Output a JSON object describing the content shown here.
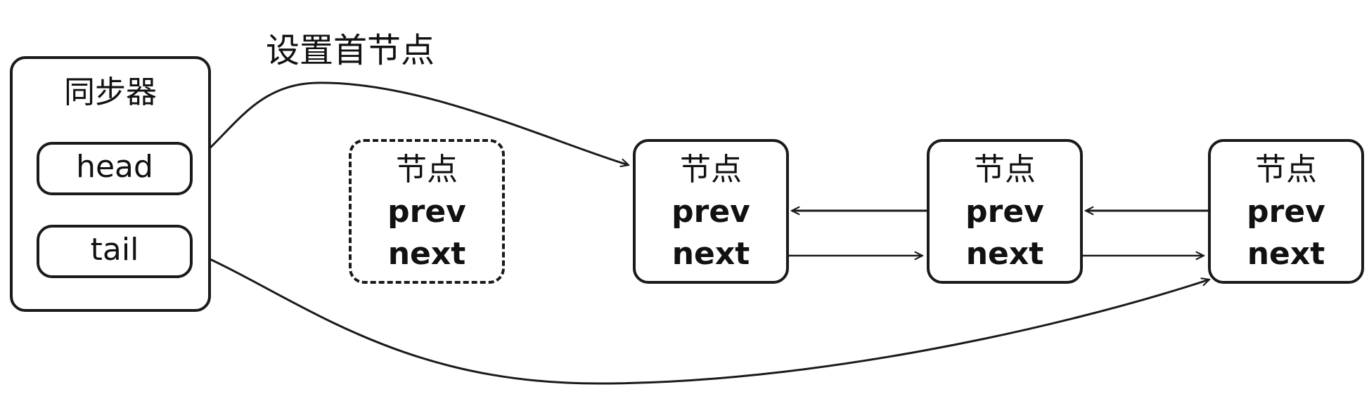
{
  "synchronizer": {
    "title": "同步器",
    "fields": [
      "head",
      "tail"
    ]
  },
  "caption": "设置首节点",
  "nodes": [
    {
      "title": "节点",
      "prev": "prev",
      "next": "next",
      "style": "dashed"
    },
    {
      "title": "节点",
      "prev": "prev",
      "next": "next",
      "style": "solid"
    },
    {
      "title": "节点",
      "prev": "prev",
      "next": "next",
      "style": "solid"
    },
    {
      "title": "节点",
      "prev": "prev",
      "next": "next",
      "style": "solid"
    }
  ],
  "colors": {
    "stroke": "#1a1a1a",
    "background": "#ffffff"
  }
}
